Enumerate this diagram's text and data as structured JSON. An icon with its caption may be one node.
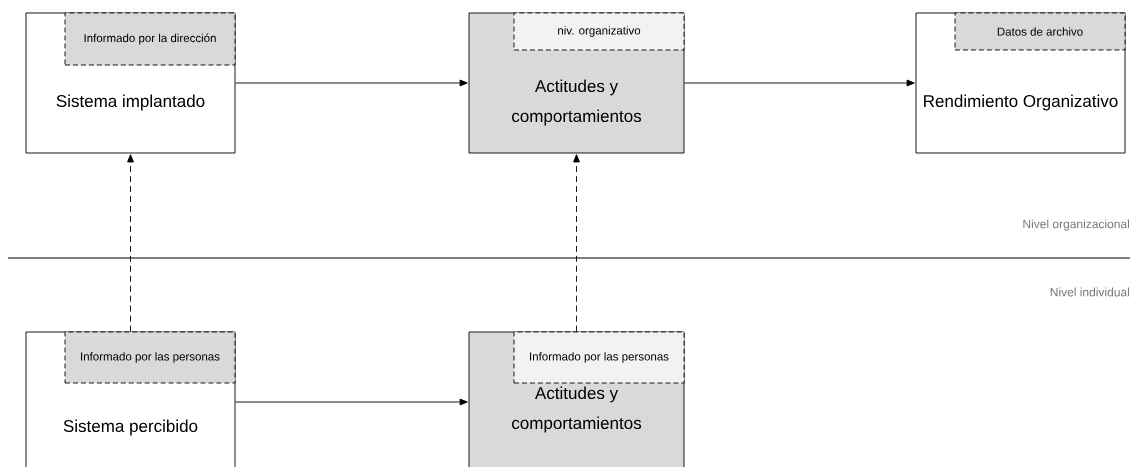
{
  "diagram": {
    "nodes": [
      {
        "text": [
          "Sistema implantado"
        ]
      },
      {
        "text": [
          "Informado por la dirección"
        ],
        "in": 0
      },
      {
        "text": [
          "Actitudes y comportamientos"
        ]
      },
      {
        "text": [
          "niv. organizativo"
        ],
        "in": 2
      },
      {
        "text": [
          "Rendimiento Organizativo"
        ]
      },
      {
        "text": [
          "Datos de archivo"
        ],
        "in": 4
      },
      {
        "text": [
          "Sistema percibido"
        ]
      },
      {
        "text": [
          "Informado por las personas"
        ],
        "in": 6
      },
      {
        "text": [
          "Actitudes y comportamientos"
        ]
      },
      {
        "text": [
          "Informado por las personas"
        ],
        "in": 8
      }
    ],
    "edges": [
      {
        "from": 0,
        "to": 2,
        "arrow": "to"
      },
      {
        "from": 2,
        "to": 4,
        "arrow": "to"
      },
      {
        "from": 6,
        "to": 8,
        "arrow": "to"
      },
      {
        "from": 6,
        "to": 0,
        "arrow": "to",
        "style": "dashed"
      },
      {
        "from": 8,
        "to": 2,
        "arrow": "to",
        "style": "dashed"
      }
    ],
    "labels": [
      "Nivel organizacional",
      "Nivel individual"
    ]
  }
}
